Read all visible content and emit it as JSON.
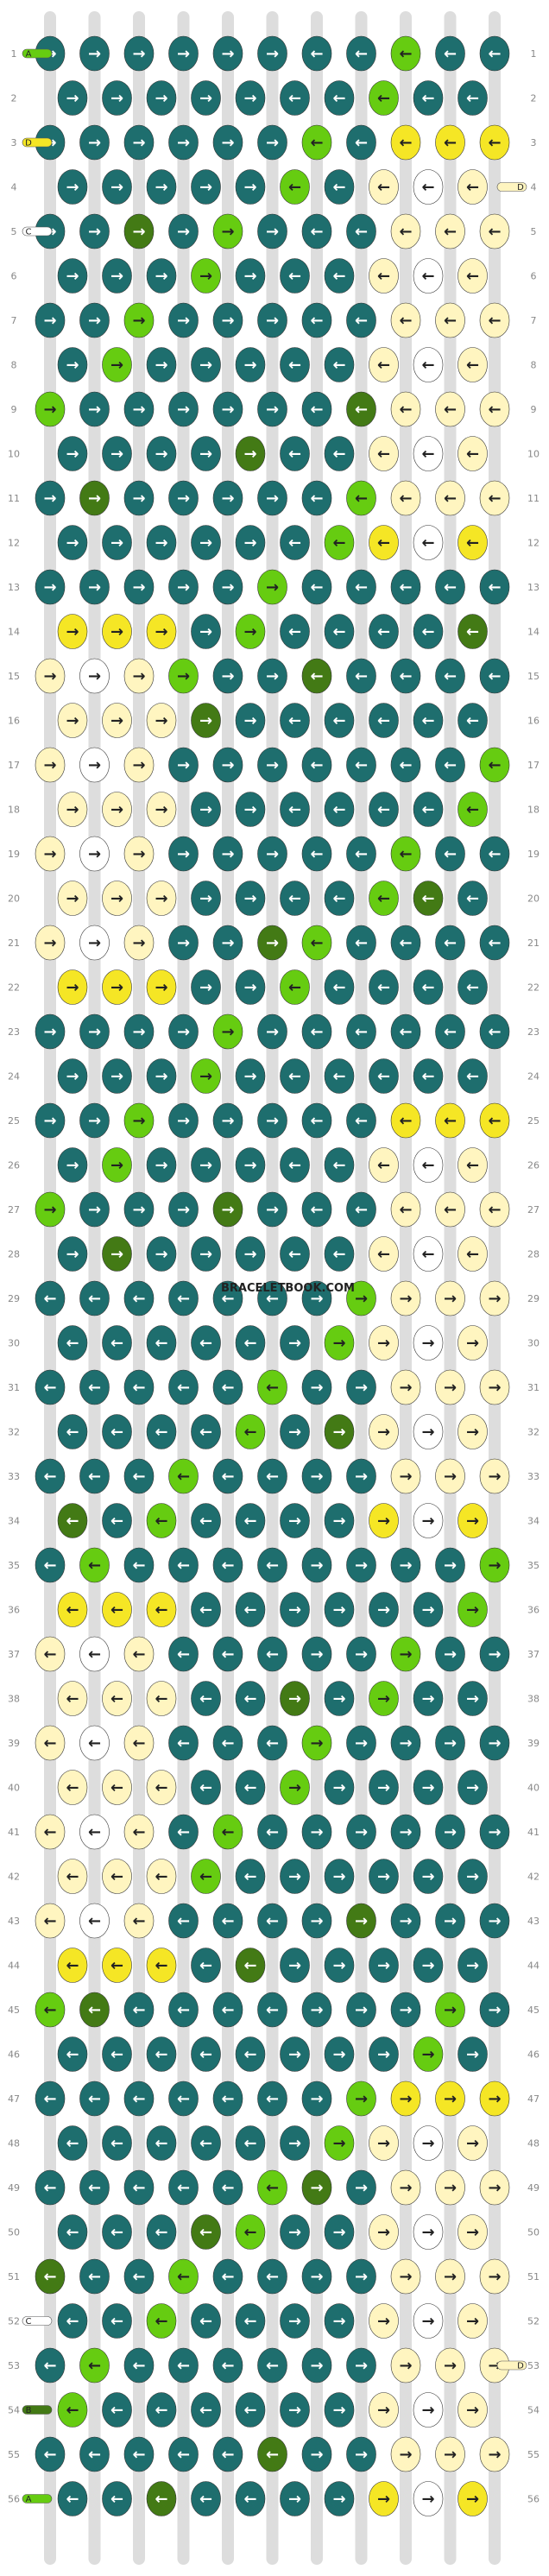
{
  "watermark": "BRACELETBOOK.COM",
  "colors": {
    "A": "#66cc11",
    "B": "#437a15",
    "C": "#ffffff",
    "D": "#fff5c0",
    "E": "#f5e625",
    "F": "#1e6e6e"
  },
  "left_row_labels": [
    "1",
    "2",
    "3",
    "4",
    "5",
    "6",
    "7",
    "8",
    "9",
    "10",
    "11",
    "12",
    "13",
    "14",
    "15",
    "16",
    "17",
    "18",
    "19",
    "20",
    "21",
    "22",
    "23",
    "24",
    "25",
    "26",
    "27",
    "28",
    "29",
    "30",
    "31",
    "32",
    "33",
    "34",
    "35",
    "36",
    "37",
    "38",
    "39",
    "40",
    "41",
    "42",
    "43",
    "44",
    "45",
    "46",
    "47",
    "48",
    "49",
    "50",
    "51",
    "52",
    "53",
    "54",
    "55",
    "56"
  ],
  "right_row_labels": [
    "1",
    "2",
    "3",
    "4",
    "5",
    "6",
    "7",
    "8",
    "9",
    "10",
    "11",
    "12",
    "13",
    "14",
    "15",
    "16",
    "17",
    "18",
    "19",
    "20",
    "21",
    "22",
    "23",
    "24",
    "25",
    "26",
    "27",
    "28",
    "29",
    "30",
    "31",
    "32",
    "33",
    "34",
    "35",
    "36",
    "37",
    "38",
    "39",
    "40",
    "41",
    "42",
    "43",
    "44",
    "45",
    "46",
    "47",
    "48",
    "49",
    "50",
    "51",
    "52",
    "53",
    "54",
    "55",
    "56"
  ],
  "string_labels_left": [
    {
      "row": 1,
      "letter": "A",
      "color": "A"
    },
    {
      "row": 3,
      "letter": "D",
      "color": "E"
    },
    {
      "row": 5,
      "letter": "C",
      "color": "C"
    },
    {
      "row": 52,
      "letter": "C",
      "color": "C"
    },
    {
      "row": 54,
      "letter": "B",
      "color": "B"
    },
    {
      "row": 56,
      "letter": "A",
      "color": "A"
    }
  ],
  "string_labels_right": [
    {
      "row": 4,
      "letter": "D",
      "color": "D"
    },
    {
      "row": 53,
      "letter": "D",
      "color": "D"
    }
  ],
  "knot_arrow": {
    "right": "→",
    "left": "←"
  }
}
